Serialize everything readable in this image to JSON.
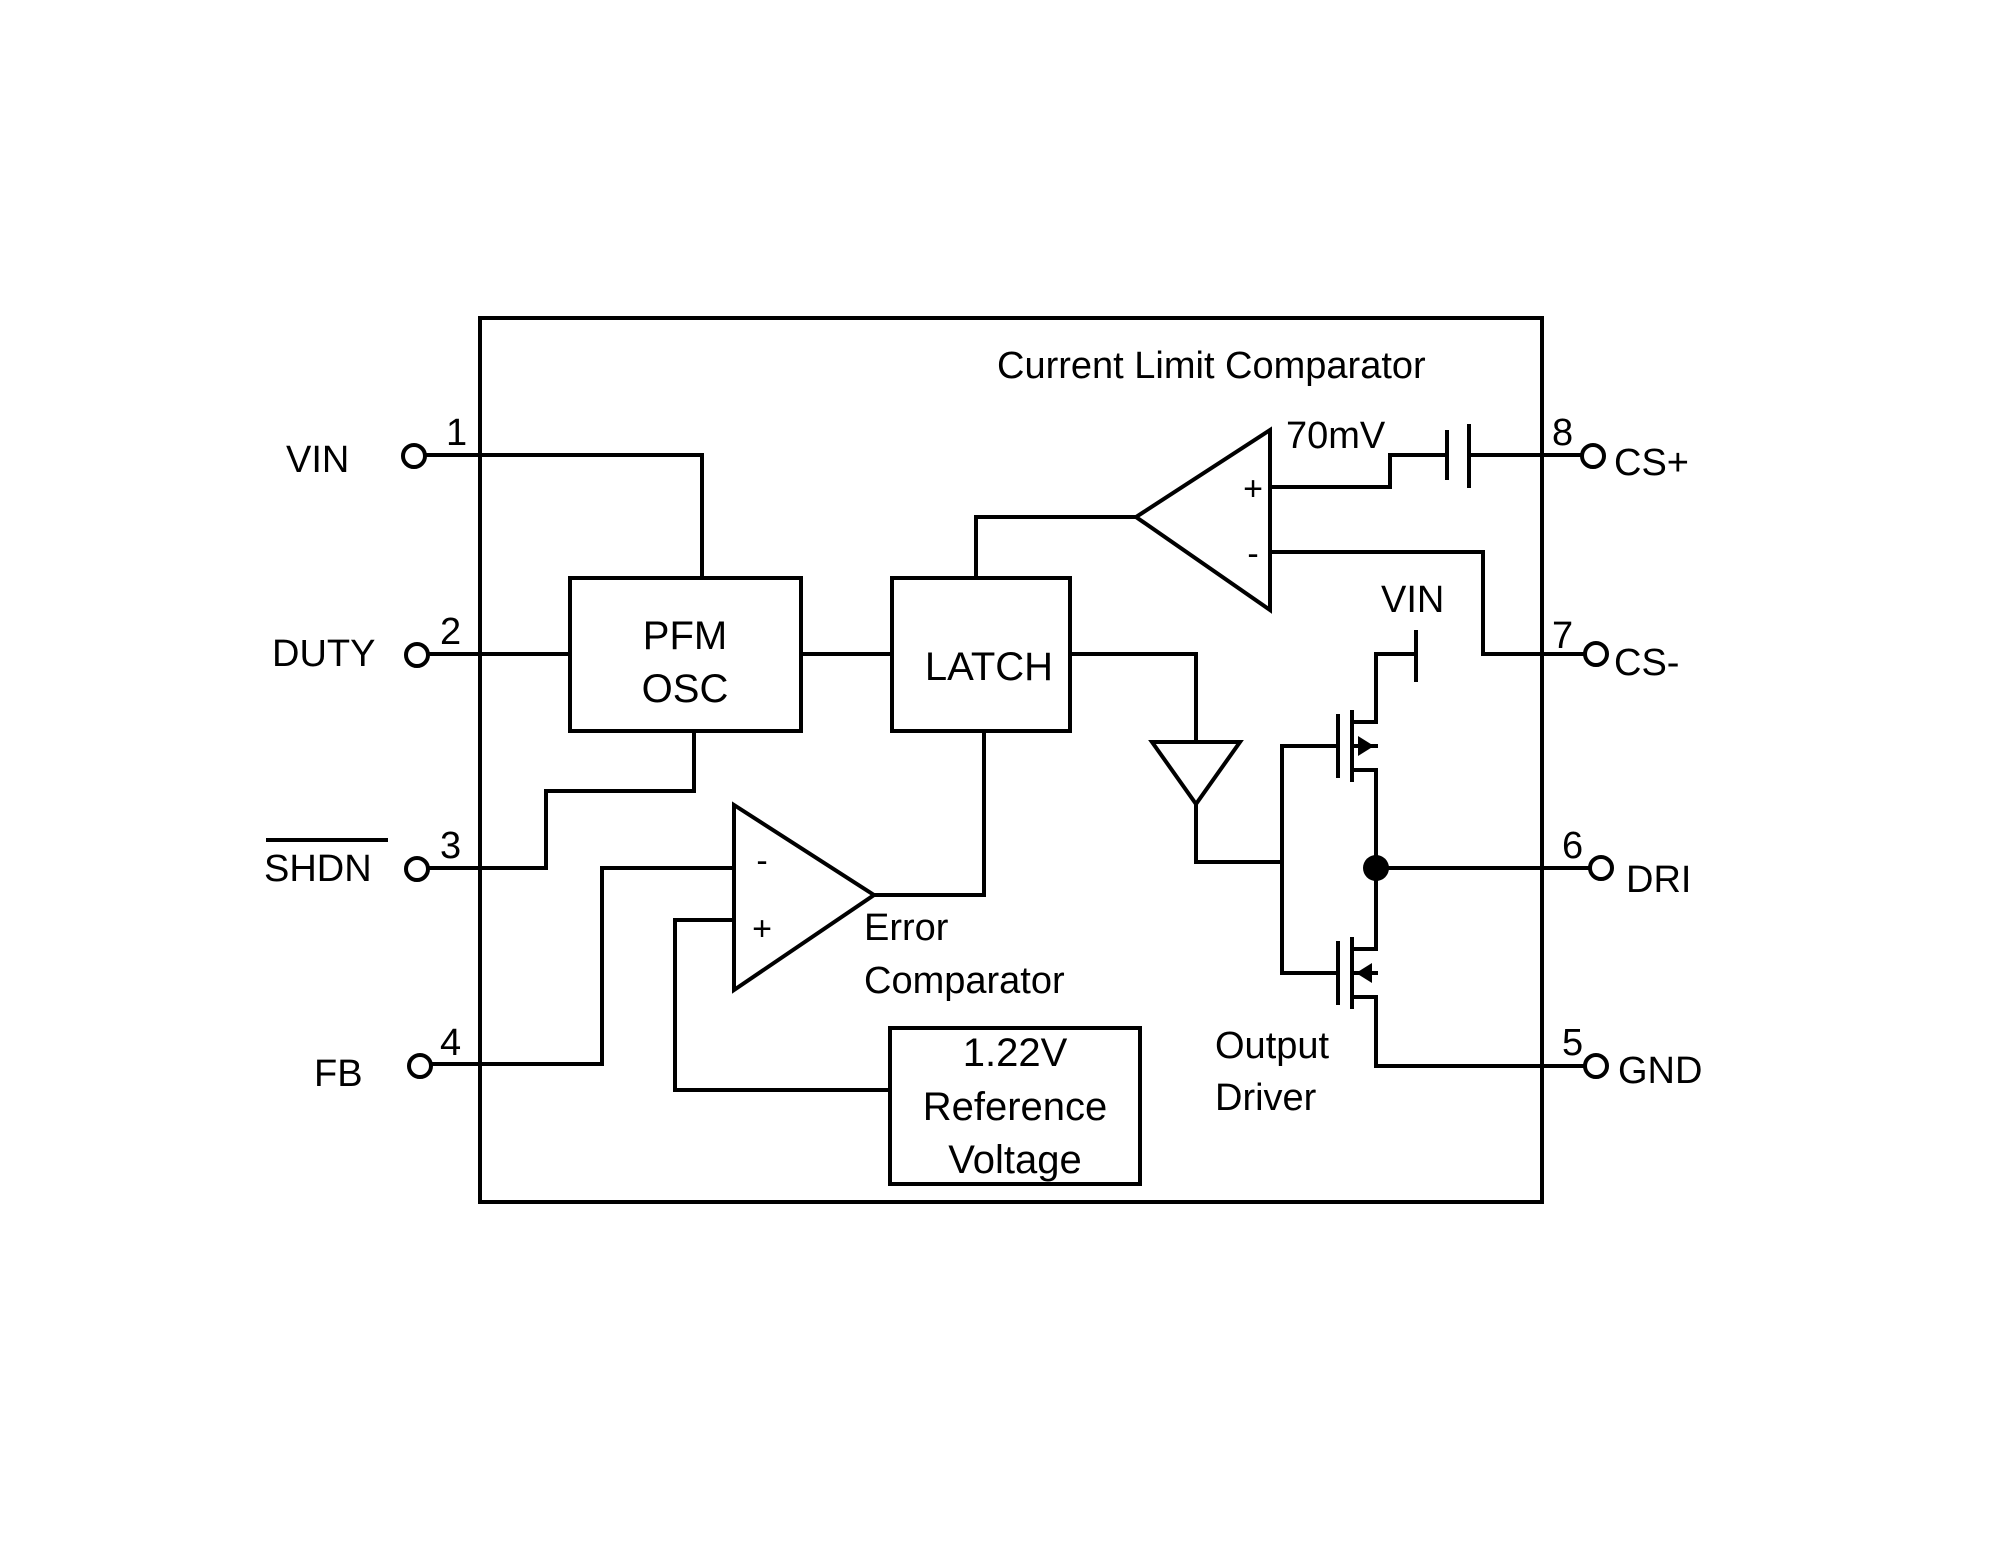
{
  "pins": {
    "vin": {
      "number": "1",
      "label": "VIN"
    },
    "duty": {
      "number": "2",
      "label": "DUTY"
    },
    "shdn": {
      "number": "3",
      "label": "SHDN"
    },
    "fb": {
      "number": "4",
      "label": "FB"
    },
    "gnd": {
      "number": "5",
      "label": "GND"
    },
    "dri": {
      "number": "6",
      "label": "DRI"
    },
    "cs_minus": {
      "number": "7",
      "label": "CS-"
    },
    "cs_plus": {
      "number": "8",
      "label": "CS+"
    }
  },
  "blocks": {
    "pfm_osc": {
      "line1": "PFM",
      "line2": "OSC"
    },
    "latch": {
      "label": "LATCH"
    },
    "reference": {
      "line1": "1.22V",
      "line2": "Reference",
      "line3": "Voltage"
    }
  },
  "labels": {
    "current_limit_comparator": "Current Limit Comparator",
    "offset_voltage": "70mV",
    "internal_vin": "VIN",
    "error_line1": "Error",
    "error_line2": "Comparator",
    "output_line1": "Output",
    "output_line2": "Driver",
    "plus": "+",
    "minus": "-"
  }
}
